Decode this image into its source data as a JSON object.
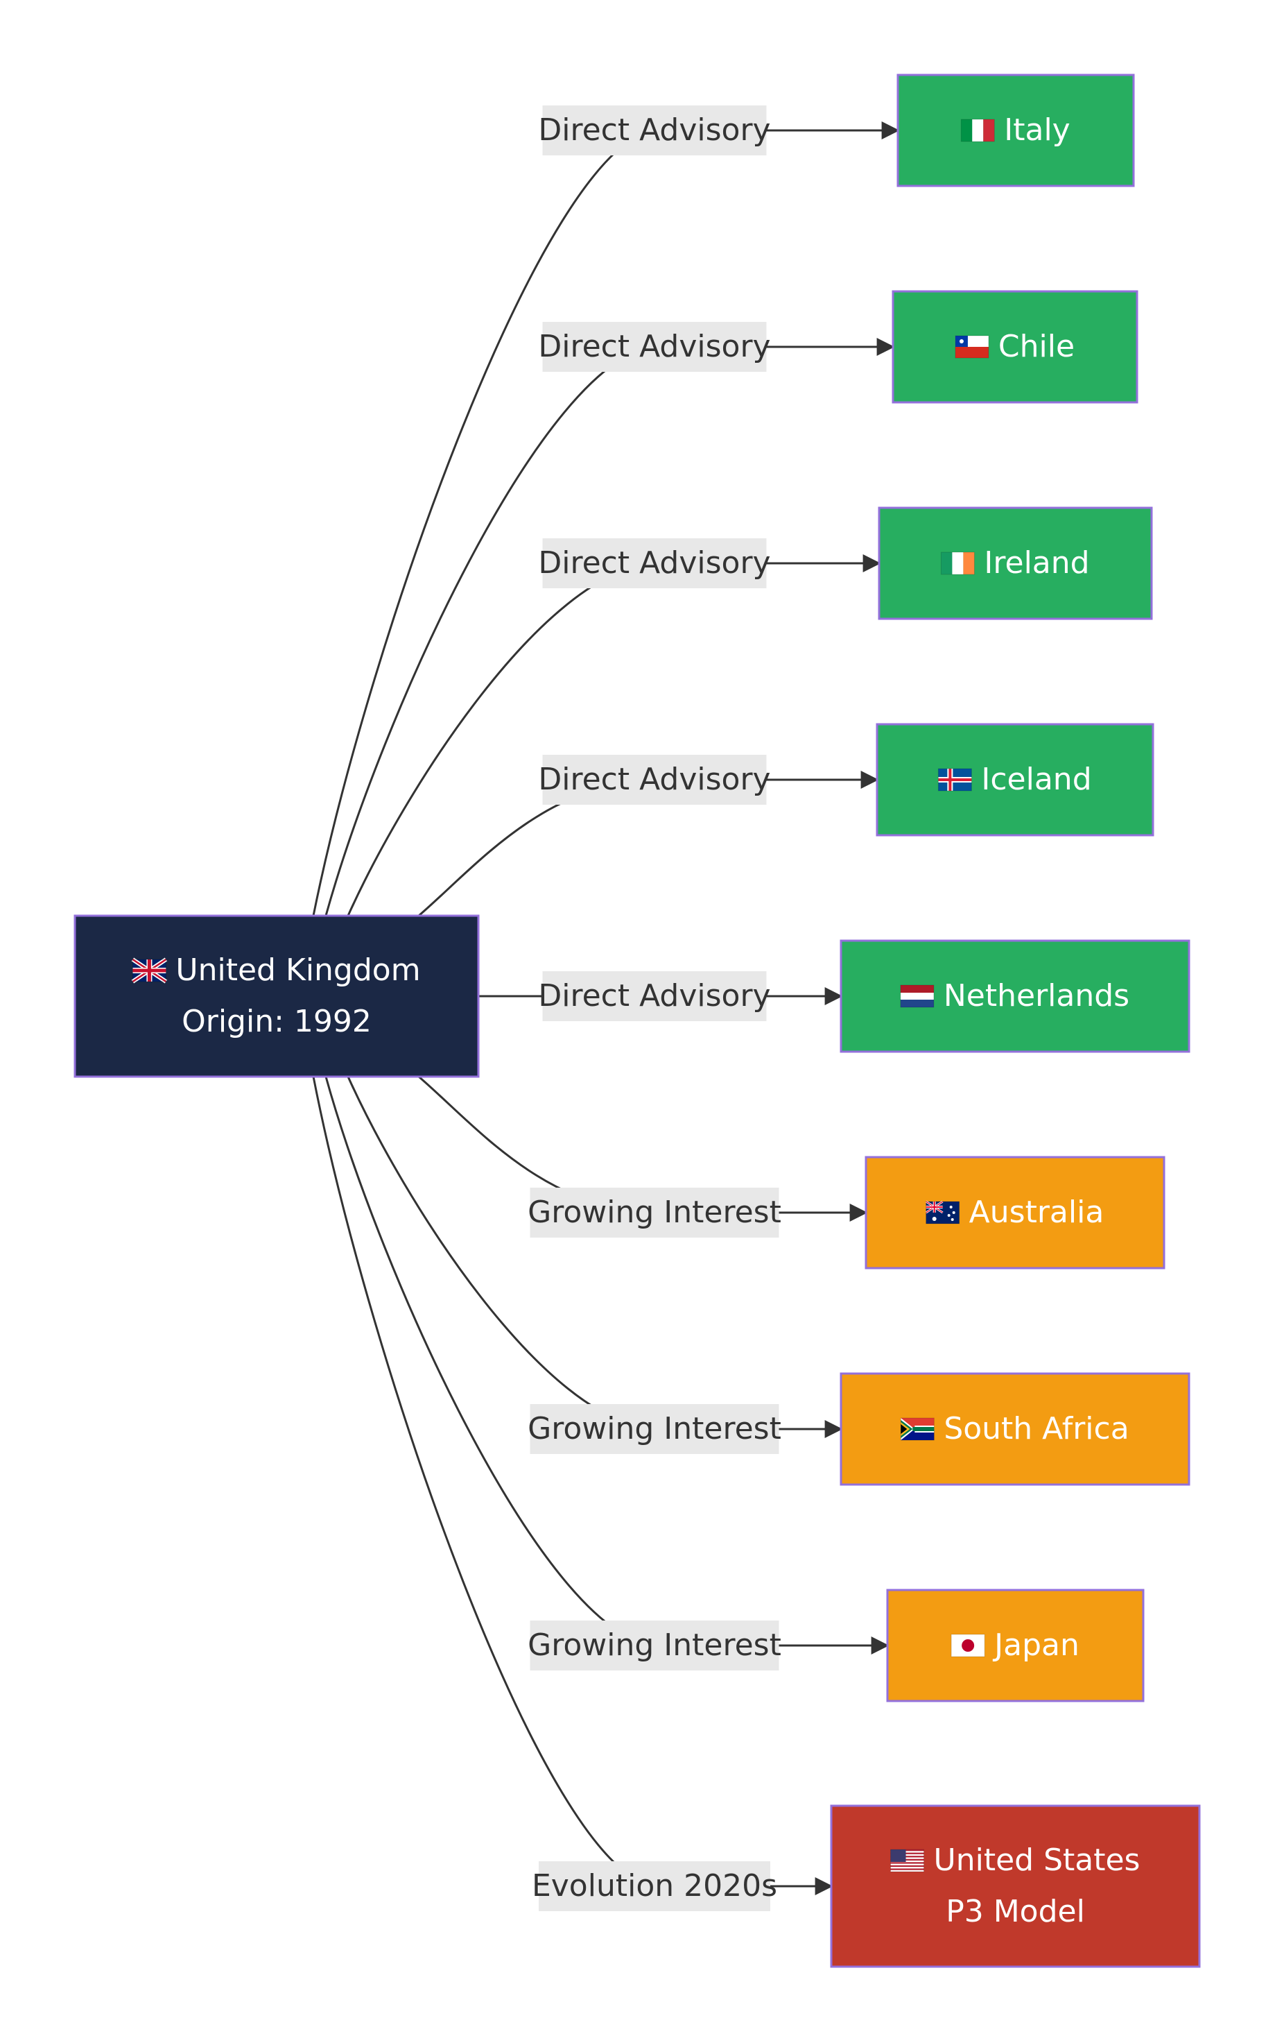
{
  "colors": {
    "source": "#1b2845",
    "direct_advisory": "#27ae60",
    "growing_interest": "#f39c12",
    "evolution": "#c0392b",
    "node_border": "#9370DB",
    "edge": "#333333",
    "label_bg": "#e8e8e8"
  },
  "source": {
    "flag_icon": "uk-flag-icon",
    "name": "United Kingdom",
    "subtitle": "Origin: 1992"
  },
  "targets": [
    {
      "id": "italy",
      "flag_icon": "italy-flag-icon",
      "name": "Italy",
      "edge_label": "Direct Advisory",
      "category": "direct_advisory"
    },
    {
      "id": "chile",
      "flag_icon": "chile-flag-icon",
      "name": "Chile",
      "edge_label": "Direct Advisory",
      "category": "direct_advisory"
    },
    {
      "id": "ireland",
      "flag_icon": "ireland-flag-icon",
      "name": "Ireland",
      "edge_label": "Direct Advisory",
      "category": "direct_advisory"
    },
    {
      "id": "iceland",
      "flag_icon": "iceland-flag-icon",
      "name": "Iceland",
      "edge_label": "Direct Advisory",
      "category": "direct_advisory"
    },
    {
      "id": "netherlands",
      "flag_icon": "netherlands-flag-icon",
      "name": "Netherlands",
      "edge_label": "Direct Advisory",
      "category": "direct_advisory"
    },
    {
      "id": "australia",
      "flag_icon": "australia-flag-icon",
      "name": "Australia",
      "edge_label": "Growing Interest",
      "category": "growing_interest"
    },
    {
      "id": "south-africa",
      "flag_icon": "south-africa-flag-icon",
      "name": "South Africa",
      "edge_label": "Growing Interest",
      "category": "growing_interest"
    },
    {
      "id": "japan",
      "flag_icon": "japan-flag-icon",
      "name": "Japan",
      "edge_label": "Growing Interest",
      "category": "growing_interest"
    },
    {
      "id": "united-states",
      "flag_icon": "usa-flag-icon",
      "name": "United States",
      "subtitle": "P3 Model",
      "edge_label": "Evolution 2020s",
      "category": "evolution"
    }
  ]
}
